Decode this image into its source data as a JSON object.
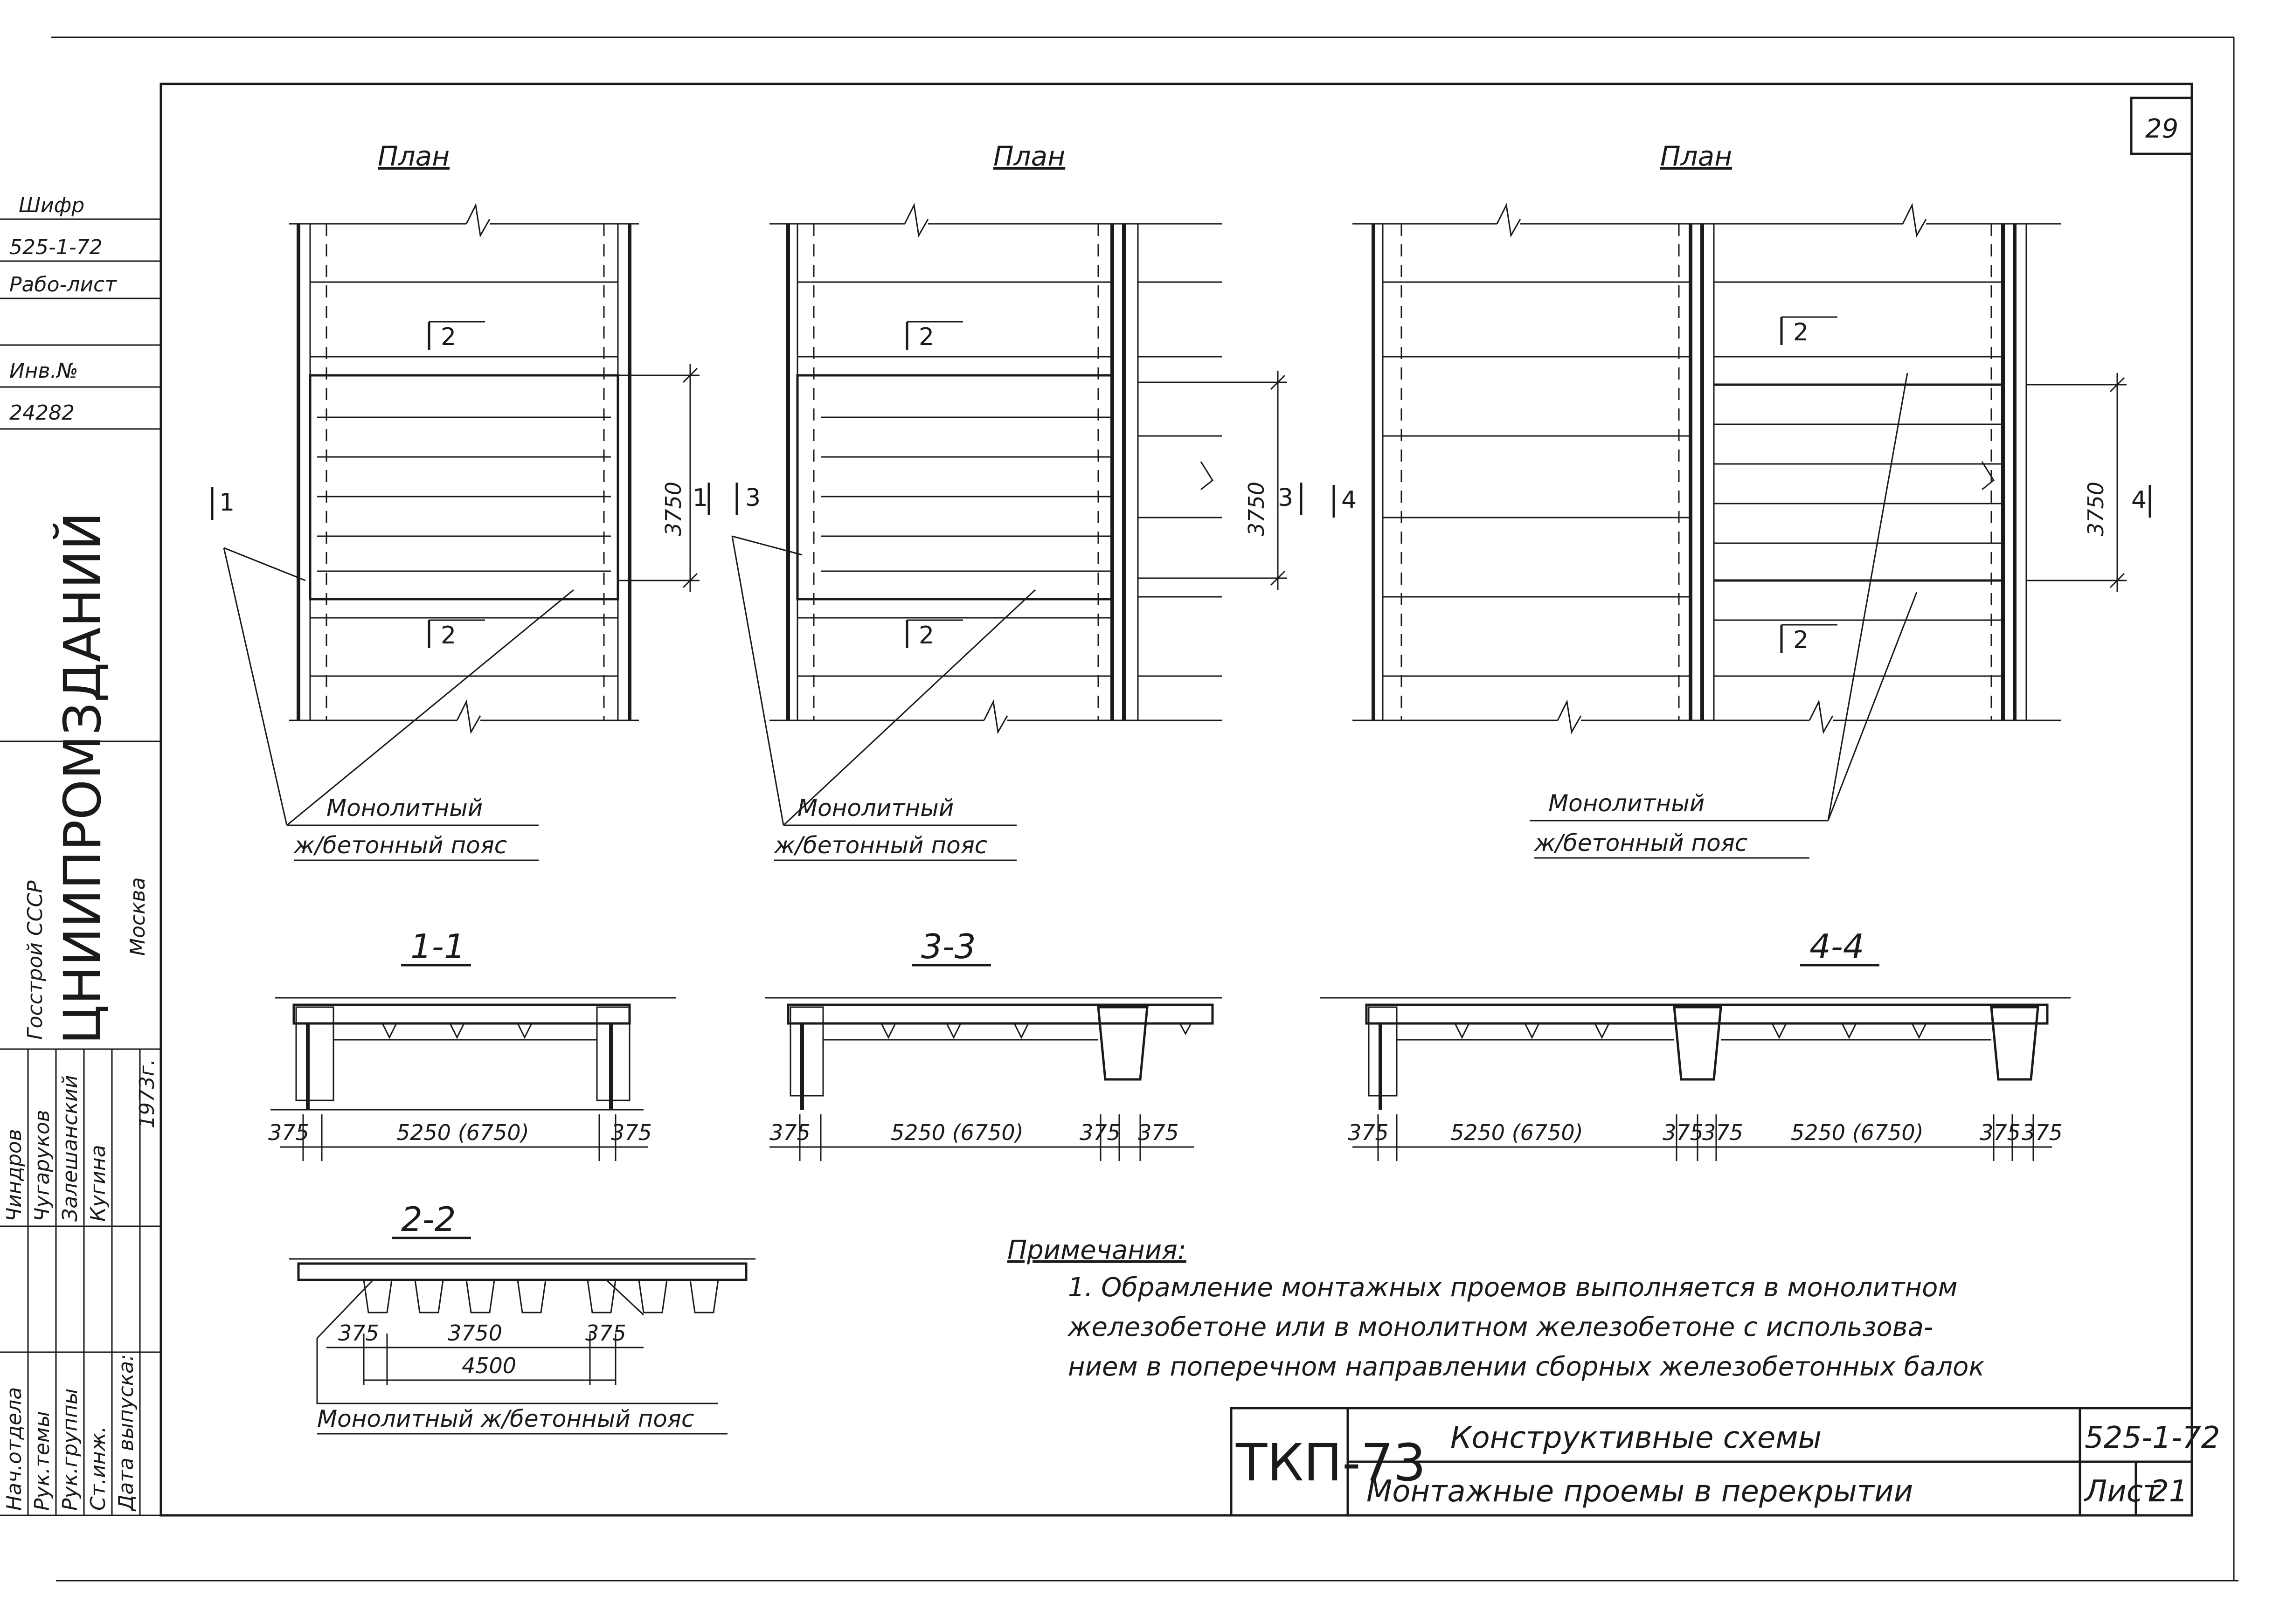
{
  "sheet_number": "29",
  "plans": [
    {
      "title": "План",
      "marks": [
        "1",
        "2",
        "2"
      ],
      "dimension": "3750",
      "callout": [
        "Монолитный",
        "ж/бетонный пояс"
      ]
    },
    {
      "title": "План",
      "marks": [
        "1",
        "3",
        "2",
        "2",
        "3"
      ],
      "dimension": "3750",
      "callout": [
        "Монолитный",
        "ж/бетонный пояс"
      ]
    },
    {
      "title": "План",
      "marks": [
        "4",
        "2",
        "2",
        "4"
      ],
      "dimension": "3750",
      "callout": [
        "Монолитный",
        "ж/бетонный пояс"
      ]
    }
  ],
  "sections": [
    {
      "title": "1-1",
      "dims": [
        "375",
        "5250 (6750)",
        "375"
      ]
    },
    {
      "title": "3-3",
      "dims": [
        "375",
        "5250 (6750)",
        "375",
        "375"
      ]
    },
    {
      "title": "4-4",
      "dims": [
        "375",
        "5250 (6750)",
        "375",
        "375",
        "5250 (6750)",
        "375",
        "375"
      ]
    },
    {
      "title": "2-2",
      "dims": [
        "375",
        "3750",
        "375",
        "4500"
      ],
      "caption": "Монолитный ж/бетонный пояс"
    }
  ],
  "notes": {
    "heading": "Примечания:",
    "lines": [
      "1. Обрамление монтажных проемов выполняется в монолитном",
      "железобетоне или в монолитном железобетоне с использова-",
      "нием в поперечном направлении сборных железобетонных балок"
    ]
  },
  "left_stamp": {
    "cipher": [
      "Шифр",
      "525-1-72",
      "Рабо-лист"
    ],
    "inv_label": "Инв.№",
    "inv_number": "24282",
    "org": [
      "Госстрой СССР",
      "ЦНИИПРОМЗДАНИЙ",
      "Москва"
    ],
    "roles": [
      "Нач.отдела",
      "Рук.темы",
      "Рук.группы",
      "Ст.инж.",
      "Дата выпуска:"
    ],
    "names": [
      "Чиндров",
      "Чугаруков",
      "Залешанский",
      "Кугина",
      "1973г."
    ]
  },
  "title_block": {
    "code": "ТКП-73",
    "title1": "Конструктивные схемы",
    "title2": "Монтажные проемы в перекрытии",
    "series": "525-1-72",
    "sheet_label": "Лист",
    "sheet_no": "21"
  }
}
